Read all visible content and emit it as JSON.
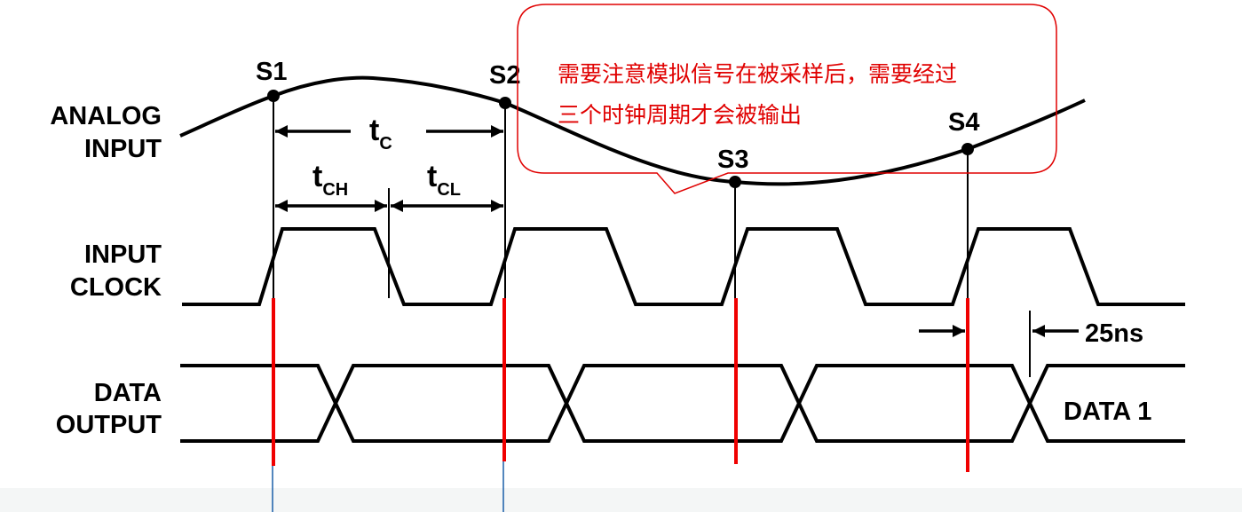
{
  "signals": {
    "analog_input": [
      "ANALOG",
      "INPUT"
    ],
    "input_clock": [
      "INPUT",
      "CLOCK"
    ],
    "data_output": [
      "DATA",
      "OUTPUT"
    ]
  },
  "samples": [
    "S1",
    "S2",
    "S3",
    "S4"
  ],
  "timing": {
    "tc": {
      "t": "t",
      "sub": "C"
    },
    "tch": {
      "t": "t",
      "sub": "CH"
    },
    "tcl": {
      "t": "t",
      "sub": "CL"
    },
    "delay": "25ns"
  },
  "data_label": "DATA 1",
  "annotation": {
    "line1": "需要注意模拟信号在被采样后，需要经过",
    "line2": "三个时钟周期才会被输出",
    "color": "#e00000"
  }
}
